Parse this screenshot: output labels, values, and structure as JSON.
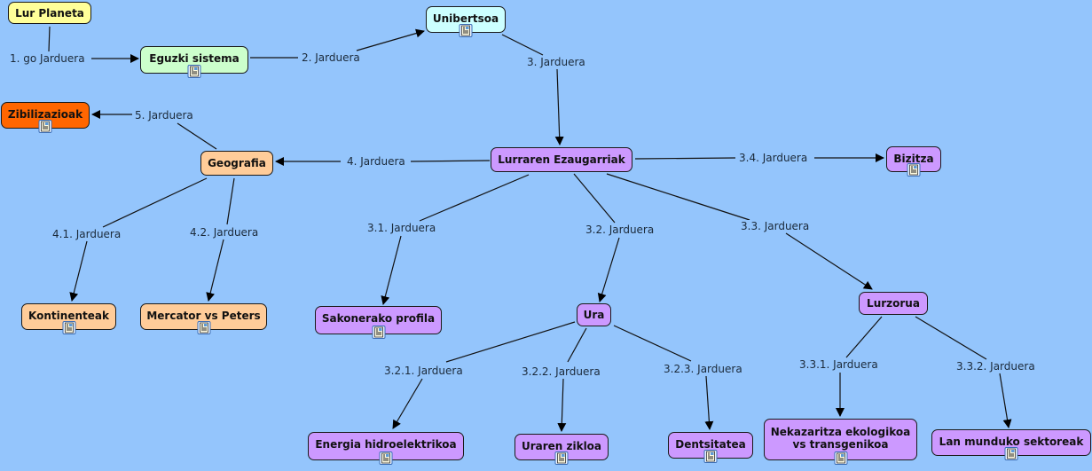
{
  "colors": {
    "background": "#94c5fc",
    "yellow": "#ffff99",
    "green": "#ccffcc",
    "cyan": "#ccffff",
    "orange_dark": "#ff6600",
    "peach": "#ffcc99",
    "purple": "#cc99ff"
  },
  "concepts": [
    {
      "id": "lur_planeta",
      "label": "Lur Planeta",
      "color": "#ffff99",
      "resource": false
    },
    {
      "id": "eguzki_sistema",
      "label": "Eguzki sistema",
      "color": "#ccffcc",
      "resource": true
    },
    {
      "id": "unibertsoa",
      "label": "Unibertsoa",
      "color": "#ccffff",
      "resource": true
    },
    {
      "id": "zibilizazioak",
      "label": "Zibilizazioak",
      "color": "#ff6600",
      "resource": true
    },
    {
      "id": "geografia",
      "label": "Geografia",
      "color": "#ffcc99",
      "resource": false
    },
    {
      "id": "lurraren_ezaugarriak",
      "label": "Lurraren Ezaugarriak",
      "color": "#cc99ff",
      "resource": false
    },
    {
      "id": "bizitza",
      "label": "Bizitza",
      "color": "#cc99ff",
      "resource": true
    },
    {
      "id": "kontinenteak",
      "label": "Kontinenteak",
      "color": "#ffcc99",
      "resource": true
    },
    {
      "id": "mercator",
      "label": "Mercator vs Peters",
      "color": "#ffcc99",
      "resource": true
    },
    {
      "id": "sakonerako",
      "label": "Sakonerako profila",
      "color": "#cc99ff",
      "resource": true
    },
    {
      "id": "ura",
      "label": "Ura",
      "color": "#cc99ff",
      "resource": false
    },
    {
      "id": "lurzorua",
      "label": "Lurzorua",
      "color": "#cc99ff",
      "resource": false
    },
    {
      "id": "energia",
      "label": "Energia hidroelektrikoa",
      "color": "#cc99ff",
      "resource": true
    },
    {
      "id": "uraren_zikloa",
      "label": "Uraren zikloa",
      "color": "#cc99ff",
      "resource": true
    },
    {
      "id": "dentsitatea",
      "label": "Dentsitatea",
      "color": "#cc99ff",
      "resource": true
    },
    {
      "id": "nekazaritza",
      "label": "Nekazaritza ekologikoa\nvs transgenikoa",
      "color": "#cc99ff",
      "resource": true
    },
    {
      "id": "lan_munduko",
      "label": "Lan munduko sektoreak",
      "color": "#cc99ff",
      "resource": true
    }
  ],
  "links": [
    {
      "id": "l1",
      "label": "1. go Jarduera",
      "from": "lur_planeta",
      "to": "eguzki_sistema"
    },
    {
      "id": "l2",
      "label": "2. Jarduera",
      "from": "eguzki_sistema",
      "to": "unibertsoa"
    },
    {
      "id": "l3",
      "label": "3. Jarduera",
      "from": "unibertsoa",
      "to": "lurraren_ezaugarriak"
    },
    {
      "id": "l4",
      "label": "4. Jarduera",
      "from": "lurraren_ezaugarriak",
      "to": "geografia"
    },
    {
      "id": "l5",
      "label": "5. Jarduera",
      "from": "geografia",
      "to": "zibilizazioak"
    },
    {
      "id": "l34",
      "label": "3.4. Jarduera",
      "from": "lurraren_ezaugarriak",
      "to": "bizitza"
    },
    {
      "id": "l31",
      "label": "3.1. Jarduera",
      "from": "lurraren_ezaugarriak",
      "to": "sakonerako"
    },
    {
      "id": "l32",
      "label": "3.2. Jarduera",
      "from": "lurraren_ezaugarriak",
      "to": "ura"
    },
    {
      "id": "l33",
      "label": "3.3. Jarduera",
      "from": "lurraren_ezaugarriak",
      "to": "lurzorua"
    },
    {
      "id": "l41",
      "label": "4.1. Jarduera",
      "from": "geografia",
      "to": "kontinenteak"
    },
    {
      "id": "l42",
      "label": "4.2. Jarduera",
      "from": "geografia",
      "to": "mercator"
    },
    {
      "id": "l321",
      "label": "3.2.1. Jarduera",
      "from": "ura",
      "to": "energia"
    },
    {
      "id": "l322",
      "label": "3.2.2. Jarduera",
      "from": "ura",
      "to": "uraren_zikloa"
    },
    {
      "id": "l323",
      "label": "3.2.3. Jarduera",
      "from": "ura",
      "to": "dentsitatea"
    },
    {
      "id": "l331",
      "label": "3.3.1. Jarduera",
      "from": "lurzorua",
      "to": "nekazaritza"
    },
    {
      "id": "l332",
      "label": "3.3.2. Jarduera",
      "from": "lurzorua",
      "to": "lan_munduko"
    }
  ]
}
